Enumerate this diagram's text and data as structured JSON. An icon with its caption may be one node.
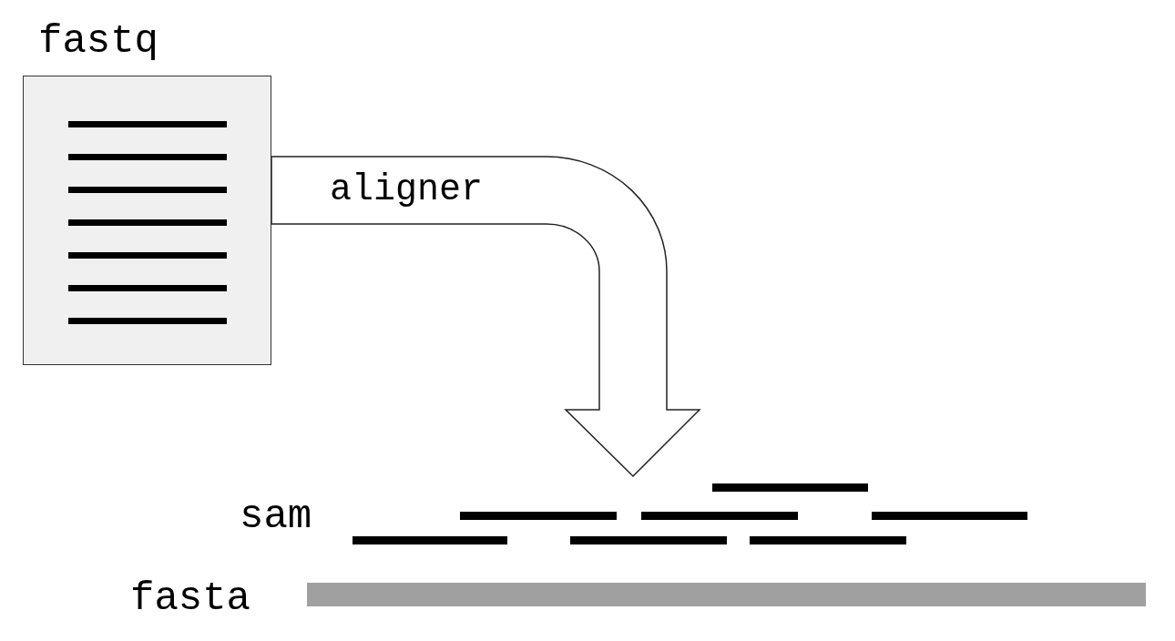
{
  "diagram": {
    "nodes": [
      {
        "text": [
          "fastq"
        ]
      },
      {
        "text": [
          "sam"
        ]
      },
      {
        "text": [
          "fasta"
        ]
      }
    ],
    "edges": [
      {
        "from": 0,
        "to": 1,
        "arrow": "to",
        "label": "aligner"
      }
    ]
  }
}
